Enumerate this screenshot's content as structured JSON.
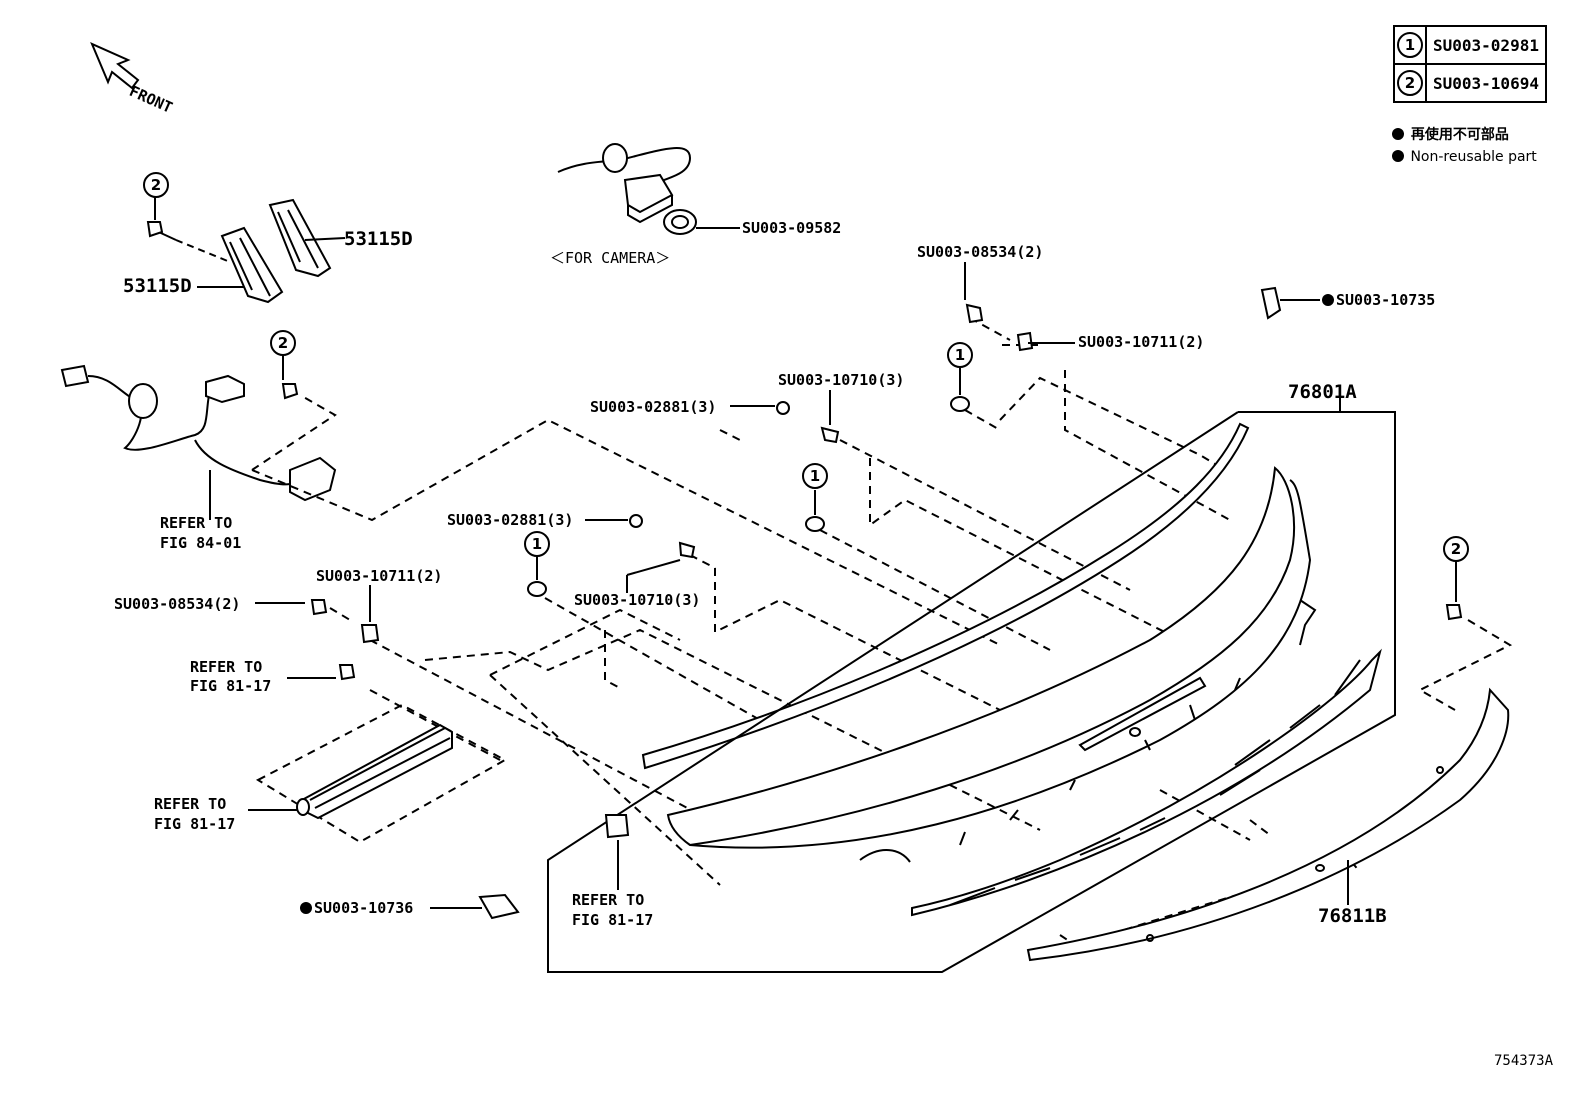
{
  "front_label": "FRONT",
  "legend": {
    "rows": [
      {
        "num": "1",
        "part": "SU003-02981"
      },
      {
        "num": "2",
        "part": "SU003-10694"
      }
    ],
    "note_jp": "再使用不可部品",
    "note_en": "Non-reusable part"
  },
  "labels": {
    "p53115d_upper": "53115D",
    "p53115d_lower": "53115D",
    "su003_09582": "SU003-09582",
    "for_camera": "＜FOR CAMERA＞",
    "su003_08534_top": "SU003-08534(2)",
    "su003_10735": "SU003-10735",
    "su003_10711_top": "SU003-10711(2)",
    "su003_10710_top": "SU003-10710(3)",
    "su003_02881_top": "SU003-02881(3)",
    "p76801a": "76801A",
    "refer_84_01_a": "REFER TO",
    "refer_84_01_b": "FIG 84-01",
    "su003_02881_mid": "SU003-02881(3)",
    "su003_10711_left": "SU003-10711(2)",
    "su003_08534_left": "SU003-08534(2)",
    "su003_10710_mid": "SU003-10710(3)",
    "refer_81_17_a1": "REFER TO",
    "refer_81_17_b1": "FIG 81-17",
    "refer_81_17_a2": "REFER TO",
    "refer_81_17_b2": "FIG 81-17",
    "refer_81_17_a3": "REFER TO",
    "refer_81_17_b3": "FIG 81-17",
    "su003_10736": "SU003-10736",
    "p76811b": "76811B",
    "figure_id": "754373A"
  },
  "callouts": {
    "one": "1",
    "two": "2"
  }
}
